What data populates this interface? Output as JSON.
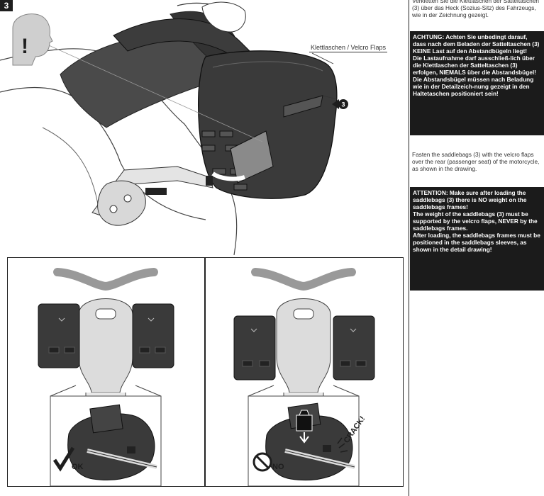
{
  "step_number": "3",
  "callout_label": "Klettlaschen / Velcro Flaps",
  "callout_number": "3",
  "german_instruction": "Verkletten Sie die Klettlaschen der Satteltaschen (3) über das Heck (Sozius-Sitz) des Fahrzeugs, wie in der Zeichnung gezeigt.",
  "german_warning": [
    "ACHTUNG: Achten Sie unbedingt darauf, dass nach dem Beladen der Satteltaschen (3) KEINE Last auf den Abstandbügeln liegt!",
    "Die Lastaufnahme darf ausschließ-lich über die Klettlaschen der Satteltaschen (3) erfolgen, NIEMALS über die Abstandsbügel!",
    "Die Abstandsbügel müssen nach Beladung wie in der Detailzeich-nung gezeigt in den Haltetaschen positioniert sein!"
  ],
  "english_instruction": "Fasten the saddlebags (3) with the velcro flaps over the rear (passenger seat) of the motorcycle, as shown in the drawing.",
  "english_warning": [
    "ATTENTION: Make sure after loading the saddlebags (3) there is NO weight on the saddlebags frames!",
    "The weight of the saddlebags (3) must be supported by the velcro flaps, NEVER by the saddlebags frames.",
    "After loading, the saddlebags frames must be positioned in the saddlebags sleeves, as shown in the detail drawing!"
  ],
  "ok_label": "OK",
  "no_label": "NO",
  "crack_label": "CRACK!",
  "warning_symbol": "!",
  "colors": {
    "ink": "#1e1e1e",
    "bag": "#3a3a3a",
    "bag_dark": "#2a2a2a",
    "light_gray": "#d6d6d6",
    "mid_gray": "#9a9a9a"
  }
}
